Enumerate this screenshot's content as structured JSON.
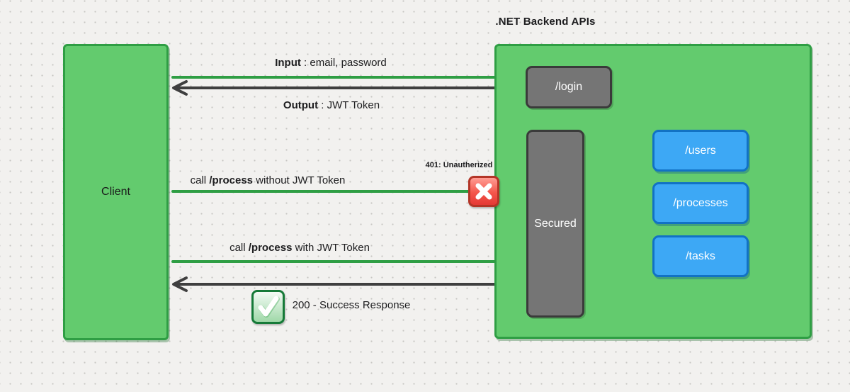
{
  "title": ".NET Backend APIs",
  "client": {
    "label": "Client"
  },
  "backend": {
    "login_label": "/login",
    "secured_label": "Secured",
    "endpoints": [
      {
        "label": "/users"
      },
      {
        "label": "/processes"
      },
      {
        "label": "/tasks"
      }
    ]
  },
  "flows": {
    "login_request": {
      "bold": "Input",
      "rest": " : email, password"
    },
    "login_response": {
      "bold": "Output",
      "rest": " : JWT Token"
    },
    "call_without": {
      "pre": "call ",
      "bold": "/process",
      "post": " without JWT Token"
    },
    "unauthorized_badge": "401: Unautherized",
    "call_with": {
      "pre": "call ",
      "bold": "/process",
      "post": " with JWT Token"
    },
    "success_label": "200 - Success Response"
  },
  "icons": {
    "error": "red-cross-mark",
    "success": "green-check-mark"
  },
  "colors": {
    "box_green_fill": "#63cb6e",
    "box_green_border": "#2f9e44",
    "arrow_green": "#2f9e44",
    "arrow_dark": "#3f3f3f",
    "box_gray_fill": "#757575",
    "box_gray_border": "#3a3a3a",
    "box_blue_fill": "#3da8f5",
    "box_blue_border": "#1272c4",
    "error_red": "#e53935",
    "success_green": "#2f9e44",
    "text": "#1d1d1f",
    "background": "#f2f1ef"
  }
}
